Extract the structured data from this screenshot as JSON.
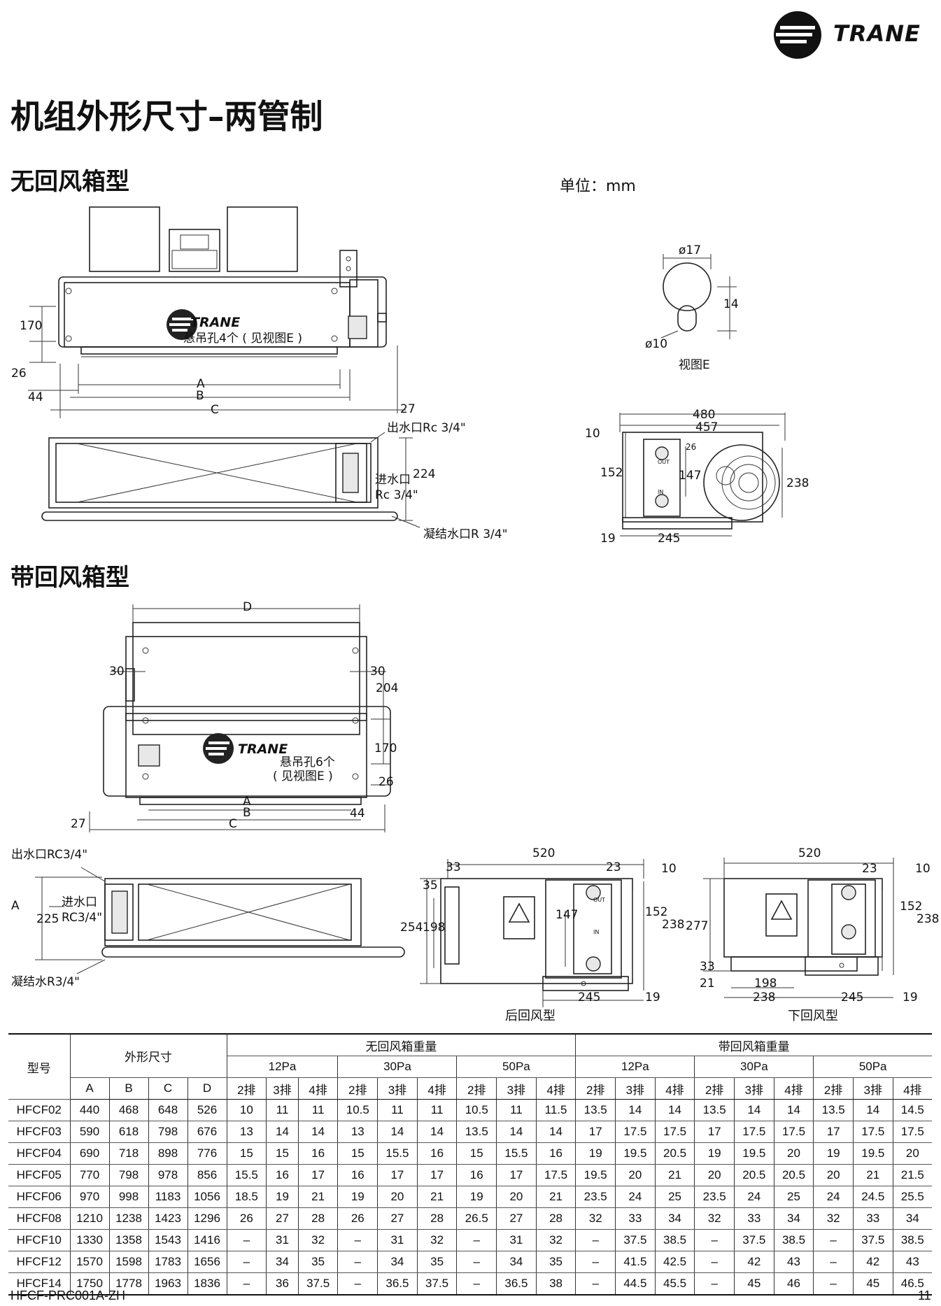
{
  "header": {
    "brand": "TRANE"
  },
  "page_title": "机组外形尺寸–两管制",
  "section1": {
    "title": "无回风箱型",
    "unit": "单位：mm",
    "front": {
      "logo": "TRANE",
      "hang_note": "悬吊孔4个 ( 见视图E )",
      "d170": "170",
      "d26": "26",
      "d44": "44",
      "dA": "A",
      "dB": "B",
      "dC": "C",
      "d27": "27"
    },
    "side": {
      "outlet": "出水口Rc 3/4\"",
      "inlet1": "进水口",
      "inlet2": "Rc 3/4\"",
      "d224": "224",
      "drain": "凝结水口R 3/4\""
    },
    "viewE": {
      "d17": "ø17",
      "d14": "14",
      "d10": "ø10",
      "caption": "视图E"
    },
    "endview": {
      "d480": "480",
      "d457": "457",
      "d10": "10",
      "d152": "152",
      "d26": "26",
      "d147": "147",
      "d238": "238",
      "d19": "19",
      "d245": "245",
      "small_out": "OUT",
      "small_in": "IN"
    }
  },
  "section2": {
    "title": "带回风箱型",
    "top": {
      "dD": "D",
      "d30a": "30",
      "d30b": "30",
      "d204": "204",
      "logo": "TRANE",
      "d170": "170",
      "hang1": "悬吊孔6个",
      "hang2": "( 见视图E )",
      "d26": "26",
      "dA": "A",
      "dB": "B",
      "d27": "27",
      "dC": "C",
      "d44": "44"
    },
    "side": {
      "outlet": "出水口RC3/4\"",
      "a_arrow": "A",
      "inlet1": "进水口",
      "inlet2": "RC3/4\"",
      "d225": "225",
      "drain": "凝结水R3/4\""
    },
    "rear": {
      "d520": "520",
      "d33": "33",
      "d23": "23",
      "d10": "10",
      "d35": "35",
      "d254": "254",
      "d198": "198",
      "d147": "147",
      "d152": "152",
      "d238": "238",
      "d245": "245",
      "d19": "19",
      "small_out": "OUT",
      "small_in": "IN",
      "caption": "后回风型"
    },
    "bottom": {
      "d520": "520",
      "d23": "23",
      "d10": "10",
      "d277": "277",
      "d152": "152",
      "d238": "238",
      "d33": "33",
      "d21": "21",
      "d198": "198",
      "d238b": "238",
      "d245": "245",
      "d19": "19",
      "caption": "下回风型"
    }
  },
  "table": {
    "h_model": "型号",
    "h_dims": "外形尺寸",
    "h_no_box": "无回风箱重量",
    "h_with_box": "带回风箱重量",
    "pressures": [
      "12Pa",
      "30Pa",
      "50Pa",
      "12Pa",
      "30Pa",
      "50Pa"
    ],
    "dim_cols": [
      "A",
      "B",
      "C",
      "D"
    ],
    "rows_labels": [
      "2排",
      "3排",
      "4排"
    ],
    "rows": [
      [
        "HFCF02",
        "440",
        "468",
        "648",
        "526",
        "10",
        "11",
        "11",
        "10.5",
        "11",
        "11",
        "10.5",
        "11",
        "11.5",
        "13.5",
        "14",
        "14",
        "13.5",
        "14",
        "14",
        "13.5",
        "14",
        "14.5"
      ],
      [
        "HFCF03",
        "590",
        "618",
        "798",
        "676",
        "13",
        "14",
        "14",
        "13",
        "14",
        "14",
        "13.5",
        "14",
        "14",
        "17",
        "17.5",
        "17.5",
        "17",
        "17.5",
        "17.5",
        "17",
        "17.5",
        "17.5"
      ],
      [
        "HFCF04",
        "690",
        "718",
        "898",
        "776",
        "15",
        "15",
        "16",
        "15",
        "15.5",
        "16",
        "15",
        "15.5",
        "16",
        "19",
        "19.5",
        "20.5",
        "19",
        "19.5",
        "20",
        "19",
        "19.5",
        "20"
      ],
      [
        "HFCF05",
        "770",
        "798",
        "978",
        "856",
        "15.5",
        "16",
        "17",
        "16",
        "17",
        "17",
        "16",
        "17",
        "17.5",
        "19.5",
        "20",
        "21",
        "20",
        "20.5",
        "20.5",
        "20",
        "21",
        "21.5"
      ],
      [
        "HFCF06",
        "970",
        "998",
        "1183",
        "1056",
        "18.5",
        "19",
        "21",
        "19",
        "20",
        "21",
        "19",
        "20",
        "21",
        "23.5",
        "24",
        "25",
        "23.5",
        "24",
        "25",
        "24",
        "24.5",
        "25.5"
      ],
      [
        "HFCF08",
        "1210",
        "1238",
        "1423",
        "1296",
        "26",
        "27",
        "28",
        "26",
        "27",
        "28",
        "26.5",
        "27",
        "28",
        "32",
        "33",
        "34",
        "32",
        "33",
        "34",
        "32",
        "33",
        "34"
      ],
      [
        "HFCF10",
        "1330",
        "1358",
        "1543",
        "1416",
        "–",
        "31",
        "32",
        "–",
        "31",
        "32",
        "–",
        "31",
        "32",
        "–",
        "37.5",
        "38.5",
        "–",
        "37.5",
        "38.5",
        "–",
        "37.5",
        "38.5"
      ],
      [
        "HFCF12",
        "1570",
        "1598",
        "1783",
        "1656",
        "–",
        "34",
        "35",
        "–",
        "34",
        "35",
        "–",
        "34",
        "35",
        "–",
        "41.5",
        "42.5",
        "–",
        "42",
        "43",
        "–",
        "42",
        "43"
      ],
      [
        "HFCF14",
        "1750",
        "1778",
        "1963",
        "1836",
        "–",
        "36",
        "37.5",
        "–",
        "36.5",
        "37.5",
        "–",
        "36.5",
        "38",
        "–",
        "44.5",
        "45.5",
        "–",
        "45",
        "46",
        "–",
        "45",
        "46.5"
      ]
    ]
  },
  "footer": {
    "doc_code": "HFCF-PRC001A-ZH",
    "page_number": "11"
  }
}
